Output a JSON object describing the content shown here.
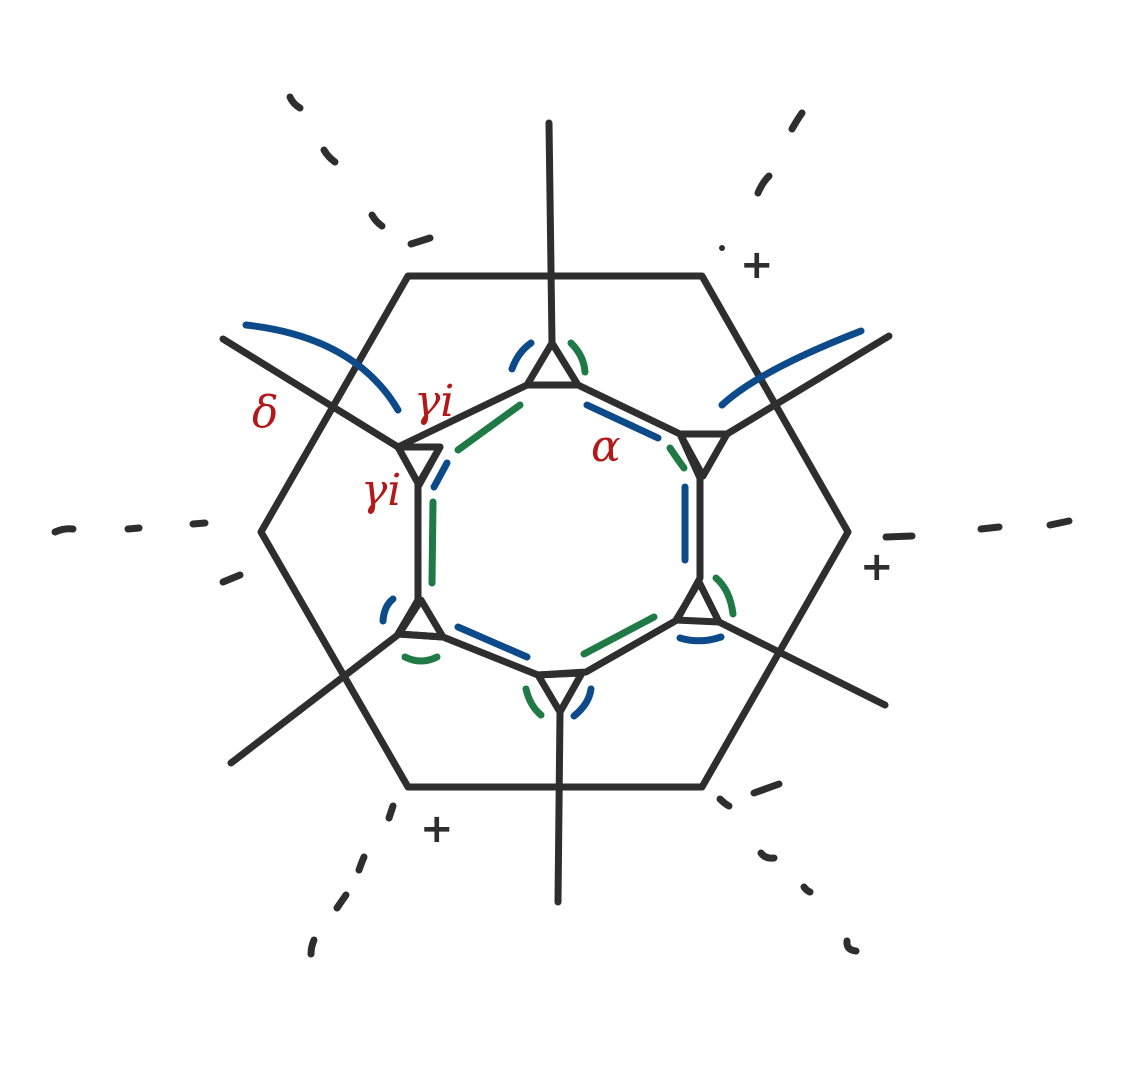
{
  "colors": {
    "ink": "#2e2e2e",
    "blue": "#0d4a8a",
    "green": "#1f7a45",
    "label": "#b21a1a"
  },
  "labels": {
    "delta": "δ",
    "gamma_top": "γi",
    "gamma_left": "γi",
    "alpha": "α"
  },
  "signs": {
    "top_right": "+",
    "right": "+",
    "bottom_left": "+"
  }
}
